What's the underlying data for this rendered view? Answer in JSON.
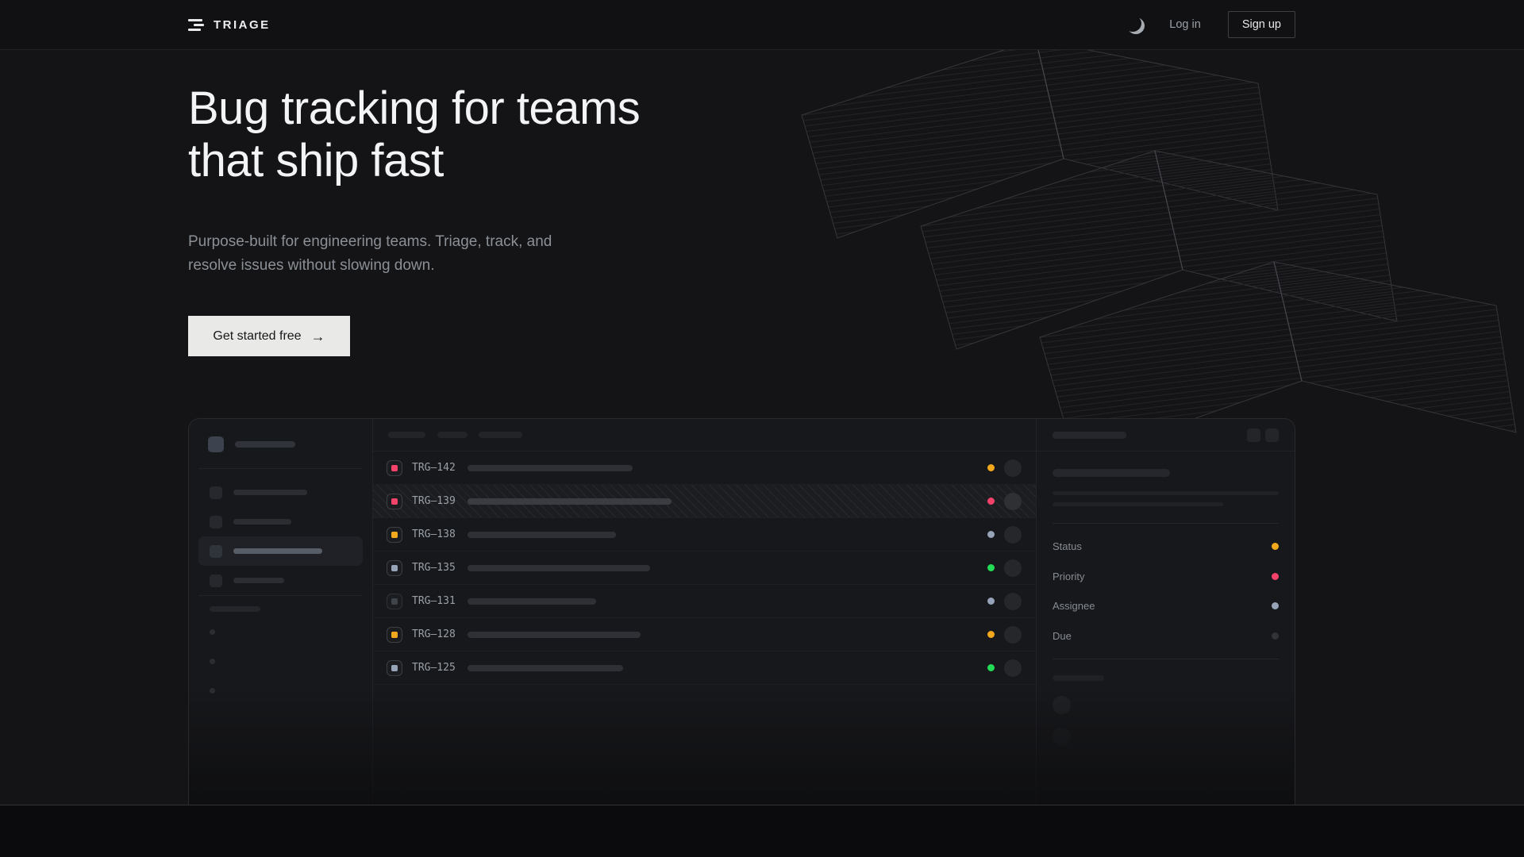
{
  "brand": {
    "name": "TRIAGE",
    "logo_icon": "triage-bars-icon"
  },
  "nav": {
    "theme_icon": "moon-icon",
    "login_label": "Log in",
    "signup_label": "Sign up"
  },
  "hero": {
    "title_line1": "Bug tracking for teams",
    "title_line2": "that ship fast",
    "subtitle": "Purpose-built for engineering teams. Triage, track, and resolve issues without slowing down.",
    "cta_label": "Get started free",
    "cta_arrow": "→"
  },
  "colors": {
    "amber": "#f2a81d",
    "pink": "#f4426b",
    "green": "#22dc55",
    "slate": "#97a3b7",
    "muted": "#3f434a",
    "muted_dark": "#303338"
  },
  "mockup": {
    "issues": [
      {
        "id": "TRG–142",
        "icon_color": "pink",
        "status_color": "amber",
        "title_bar_width": 208,
        "hatched": false
      },
      {
        "id": "TRG–139",
        "icon_color": "pink",
        "status_color": "pink",
        "title_bar_width": 257,
        "hatched": true
      },
      {
        "id": "TRG–138",
        "icon_color": "amber",
        "status_color": "slate",
        "title_bar_width": 187,
        "hatched": false
      },
      {
        "id": "TRG–135",
        "icon_color": "slate",
        "status_color": "green",
        "title_bar_width": 230,
        "hatched": false
      },
      {
        "id": "TRG–131",
        "icon_color": "muted",
        "status_color": "slate",
        "title_bar_width": 162,
        "hatched": false
      },
      {
        "id": "TRG–128",
        "icon_color": "amber",
        "status_color": "amber",
        "title_bar_width": 218,
        "hatched": false
      },
      {
        "id": "TRG–125",
        "icon_color": "slate",
        "status_color": "green",
        "title_bar_width": 196,
        "hatched": false
      }
    ],
    "detail_panel": {
      "properties": [
        {
          "label": "Status",
          "dot_color": "amber"
        },
        {
          "label": "Priority",
          "dot_color": "pink"
        },
        {
          "label": "Assignee",
          "dot_color": "slate"
        },
        {
          "label": "Due",
          "dot_color": "muted_dark"
        }
      ]
    }
  }
}
